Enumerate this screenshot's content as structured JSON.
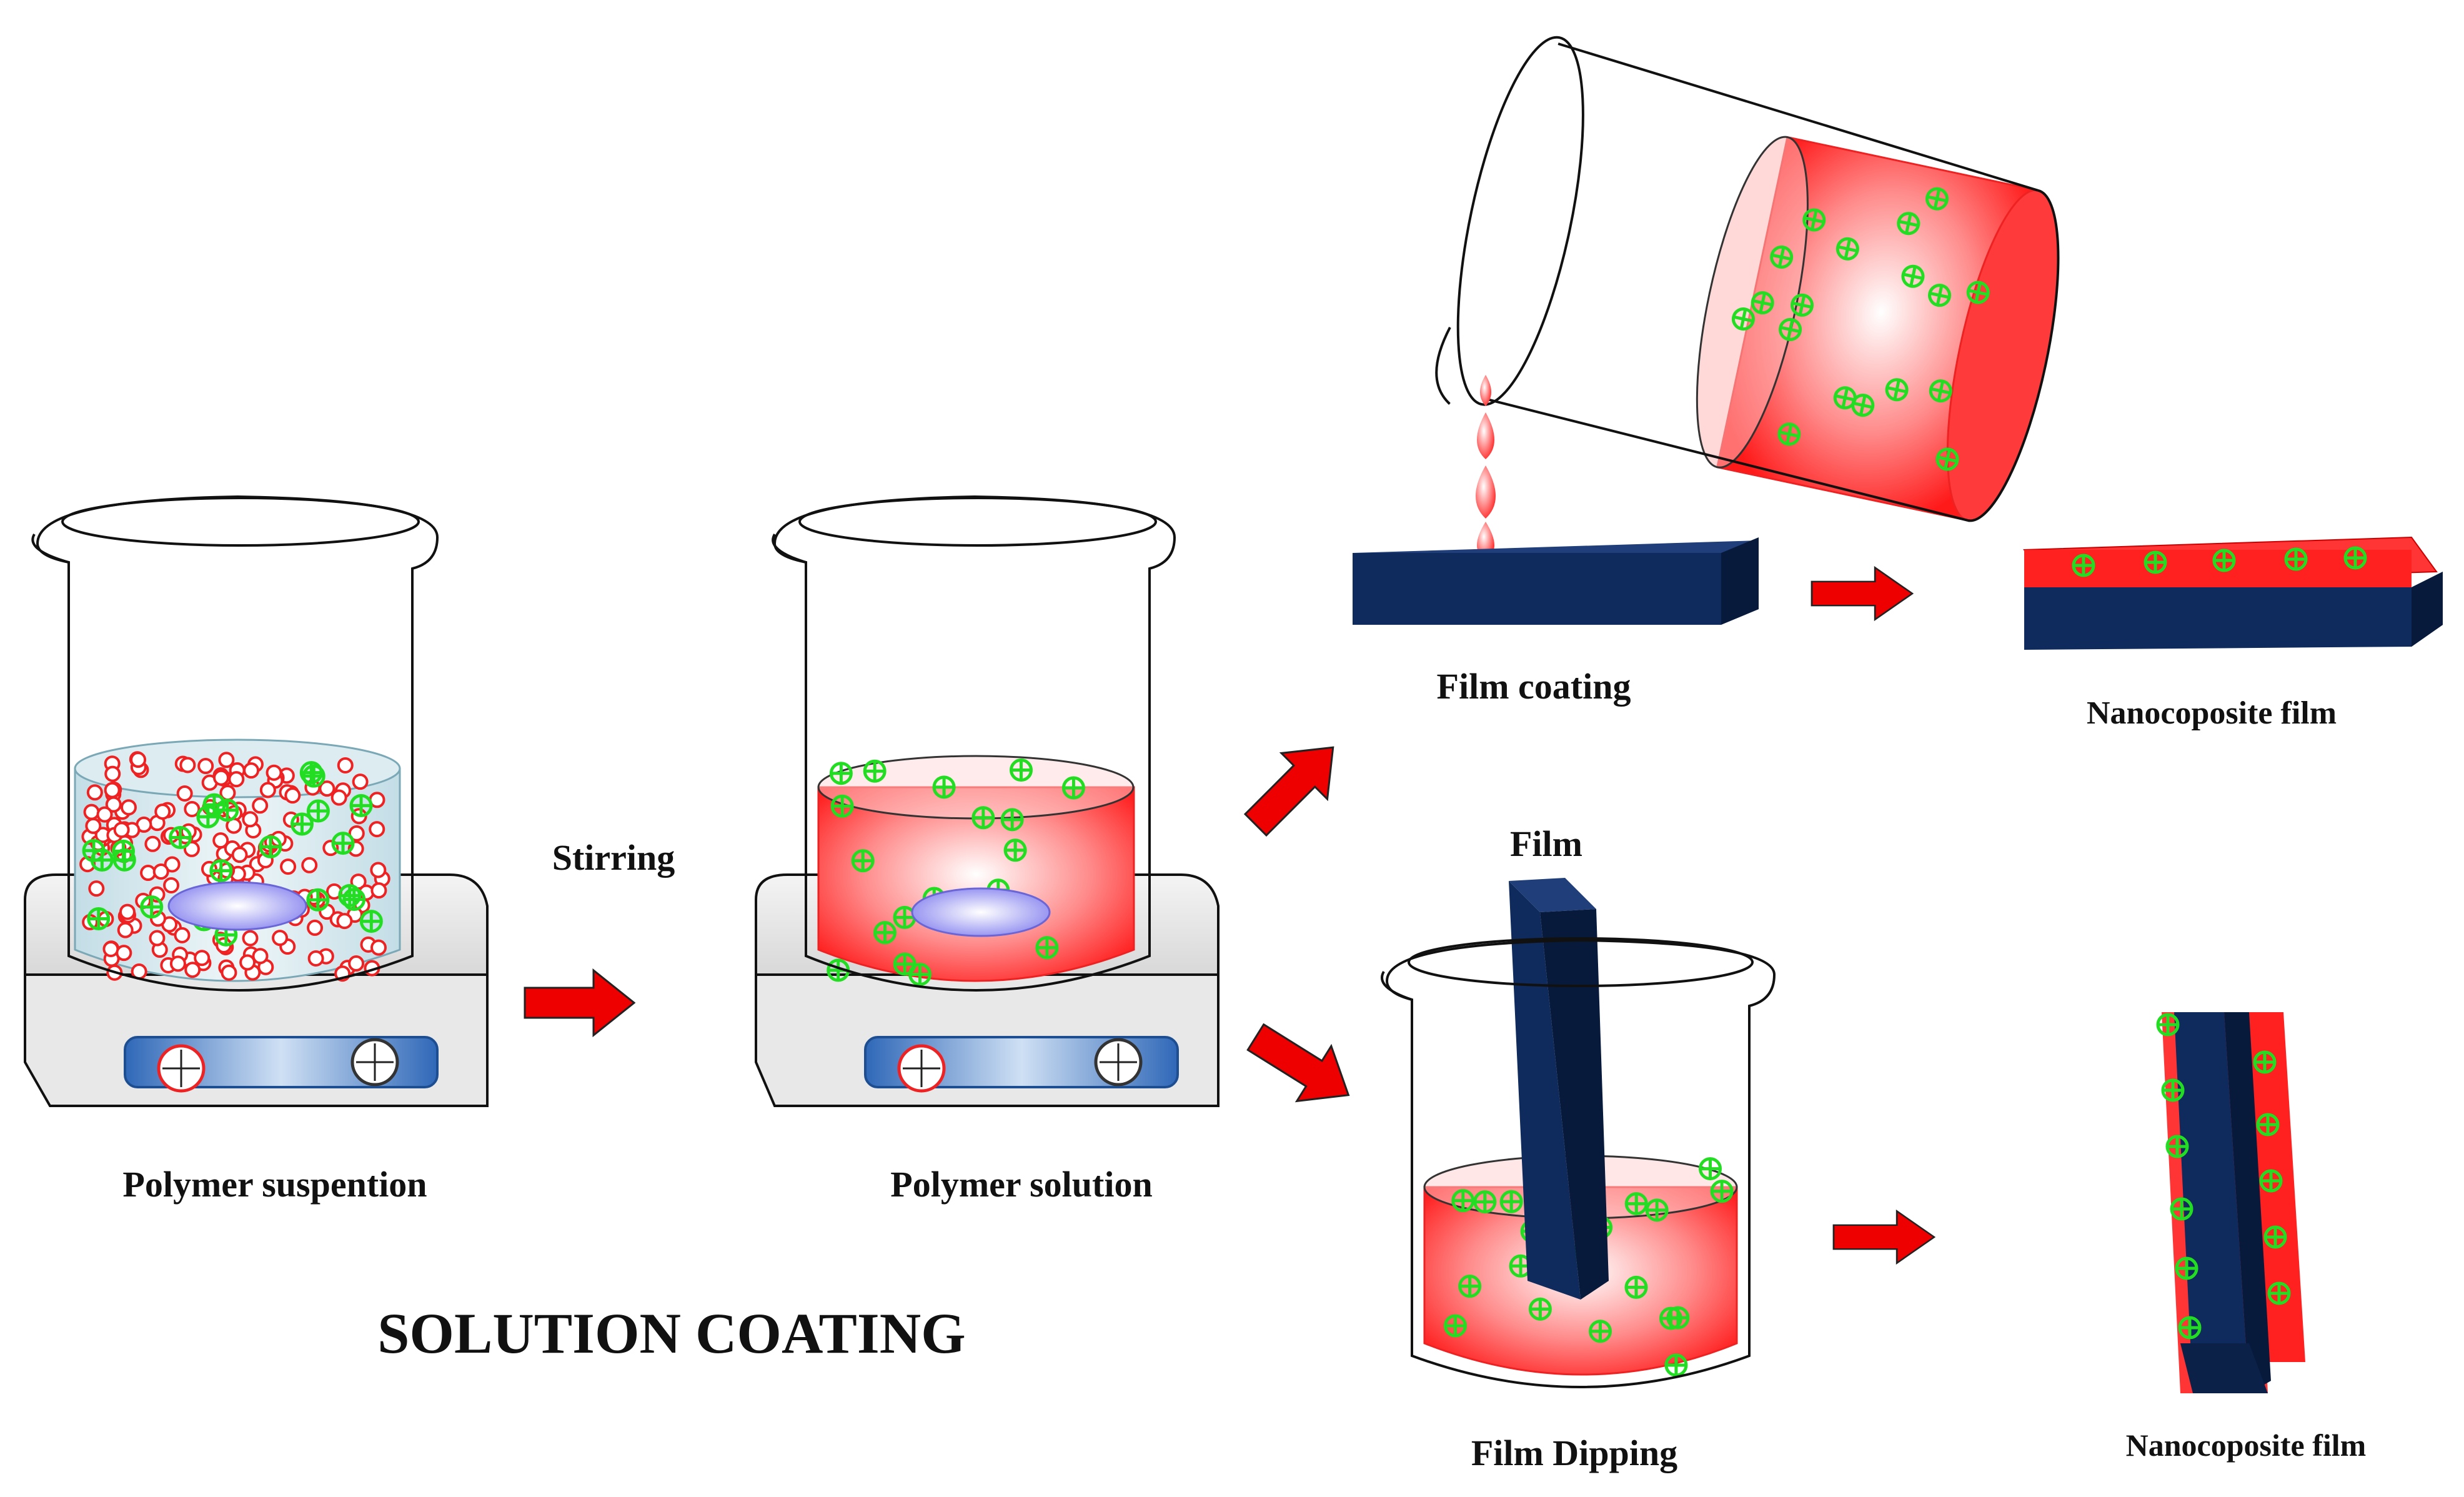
{
  "labels": {
    "polymer_suspension": "Polymer suspention",
    "stirring": "Stirring",
    "polymer_solution": "Polymer solution",
    "film_coating": "Film coating",
    "nanocomposite_film_top": "Nanocoposite film",
    "film": "Film",
    "film_dipping": "Film Dipping",
    "nanocomposite_film_bottom": "Nanocoposite film",
    "main_title": "SOLUTION COATING"
  },
  "colors": {
    "solution_red": "#ff2a2a",
    "substrate_navy": "#0f2a5c",
    "particle_green": "#22dd22",
    "arrow_red": "#ee0000",
    "stirbar_blue": "#8f8cf0",
    "hotplate_blue": "#2f68b8"
  }
}
